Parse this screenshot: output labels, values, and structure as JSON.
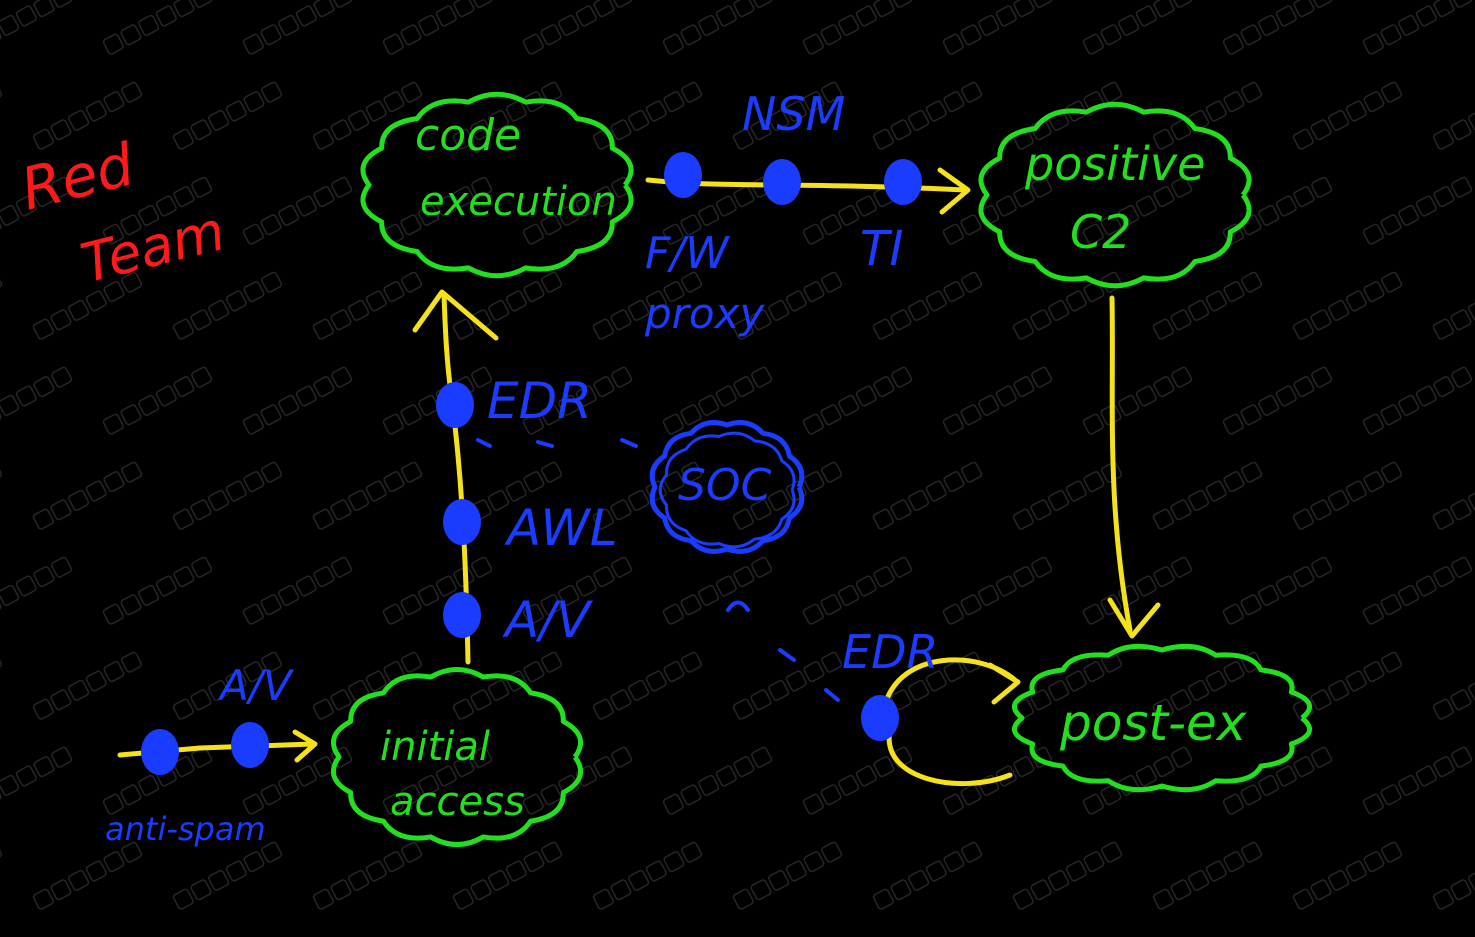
{
  "title": "Red Team",
  "watermark": "零组资料文库",
  "colors": {
    "title": "#ff1a1a",
    "node": "#22e01e",
    "control": "#1a3cff",
    "flow": "#f5e21a",
    "background": "#000000"
  },
  "nodes": {
    "initial_access": {
      "line1": "initial",
      "line2": "access"
    },
    "code_execution": {
      "line1": "code",
      "line2": "execution"
    },
    "positive_c2": {
      "line1": "positive",
      "line2": "C2"
    },
    "post_ex": {
      "line1": "post-ex"
    },
    "soc": {
      "label": "SOC"
    }
  },
  "controls": {
    "av_email": "A/V",
    "anti_spam": "anti-spam",
    "av": "A/V",
    "awl": "AWL",
    "edr_endpoint": "EDR",
    "fw": "F/W",
    "proxy": "proxy",
    "nsm": "NSM",
    "ti": "TI",
    "edr_postex": "EDR"
  }
}
